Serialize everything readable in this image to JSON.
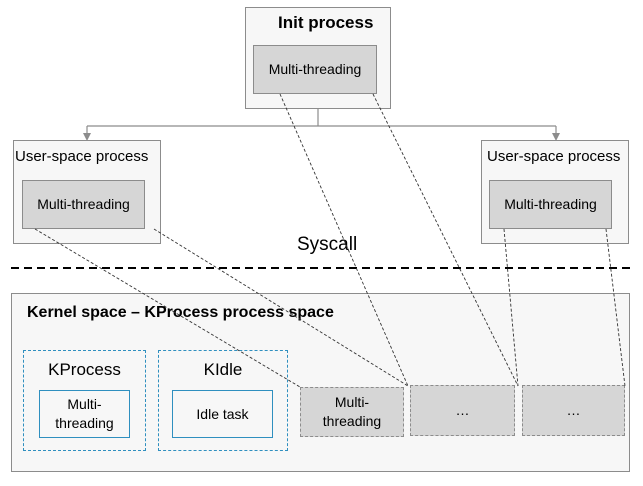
{
  "init_process": {
    "title": "Init process",
    "thread": "Multi-threading"
  },
  "user_process_left": {
    "title": "User-space process",
    "thread": "Multi-threading"
  },
  "user_process_right": {
    "title": "User-space process",
    "thread": "Multi-threading"
  },
  "syscall": "Syscall",
  "kernel": {
    "title": "Kernel space – KProcess process space",
    "kprocess": {
      "title": "KProcess",
      "thread": "Multi-threading"
    },
    "kidle": {
      "title": "KIdle",
      "task": "Idle task"
    },
    "slots": [
      "Multi-threading",
      "…",
      "…"
    ]
  }
}
